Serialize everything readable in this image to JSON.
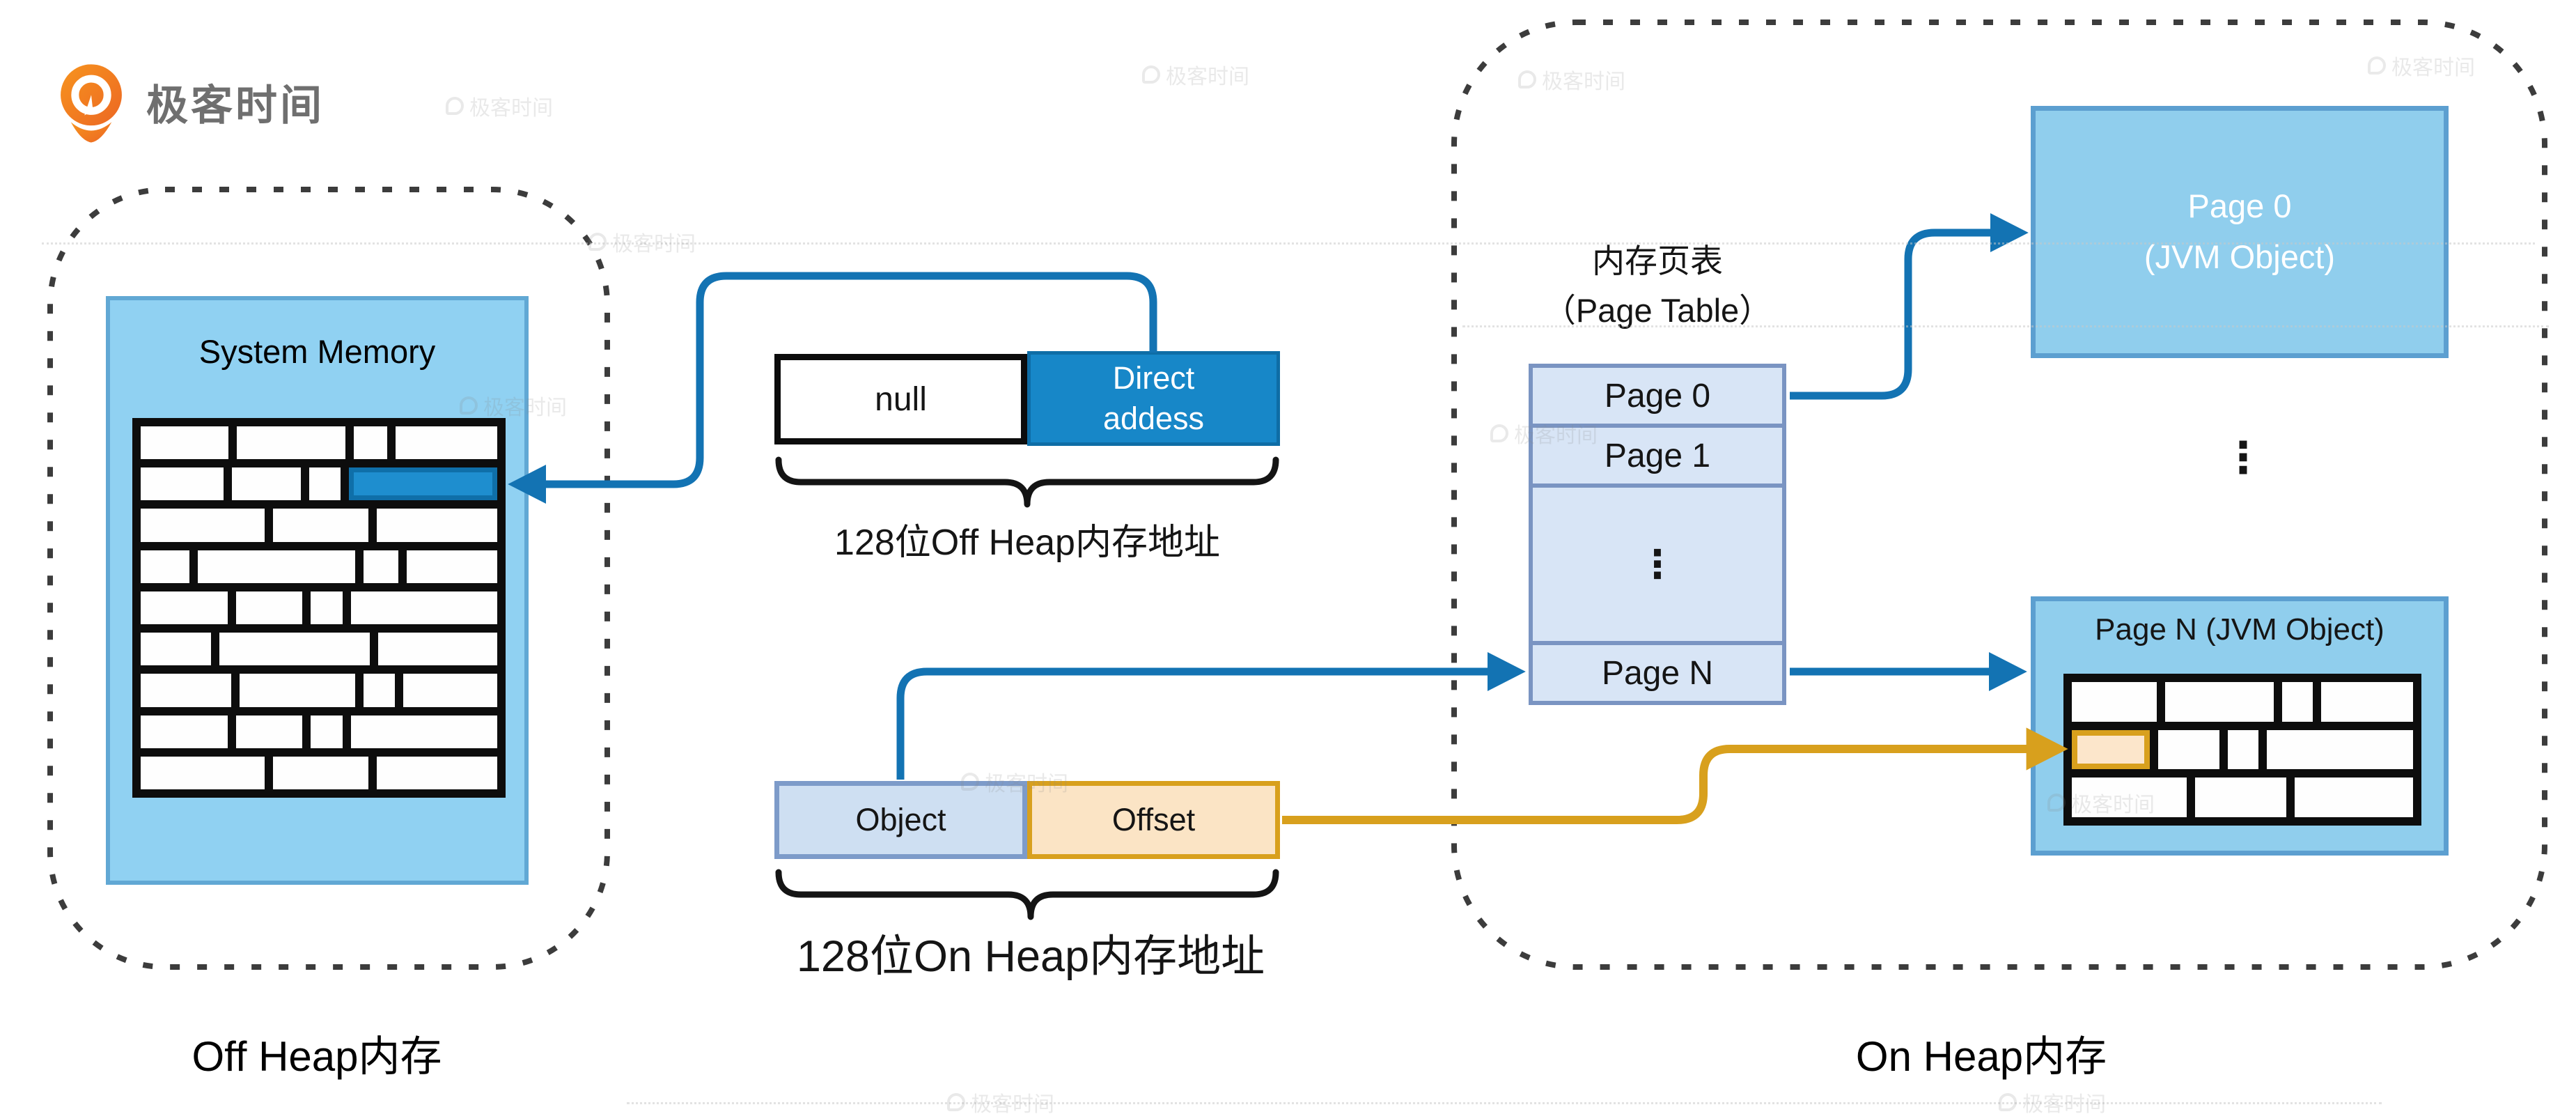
{
  "logo": {
    "text": "极客时间"
  },
  "watermark": {
    "text": "极客时间"
  },
  "colors": {
    "connector_blue": "#1373B3",
    "direct_cell_fill": "#1787C8",
    "system_memory_fill": "#90D1F2",
    "jvm_box_fill": "#90CEED",
    "jvm_box_border": "#5C9FD0",
    "page_table_fill": "#D8E5F6",
    "page_table_border": "#7A94C2",
    "object_fill": "#CEDFF2",
    "object_border": "#7D9BC9",
    "offset_fill": "#FBE4C5",
    "connector_orange": "#D8A01D",
    "highlight_brick_blue": "#1E8ECF",
    "highlight_brick_peach": "#FCE6CB",
    "dashed_region_border": "#3C3C3C"
  },
  "off_heap": {
    "region_label": "Off Heap内存",
    "system_memory_title": "System Memory"
  },
  "off_heap_address": {
    "null_label": "null",
    "direct_line1": "Direct",
    "direct_line2": "addess",
    "caption": "128位Off Heap内存地址"
  },
  "on_heap_address": {
    "object_label": "Object",
    "offset_label": "Offset",
    "caption": "128位On Heap内存地址"
  },
  "page_table": {
    "title_line1": "内存页表",
    "title_line2": "（Page Table）",
    "rows": [
      "Page 0",
      "Page 1",
      "⋮",
      "Page N"
    ]
  },
  "on_heap": {
    "region_label": "On Heap内存",
    "page0_line1": "Page 0",
    "page0_line2": "(JVM Object)",
    "pageN_title": "Page N (JVM Object)",
    "ellipsis": "⋮"
  },
  "bricks": {
    "system_memory": {
      "rows": [
        {
          "cells": [
            {
              "w": 26
            },
            {
              "w": 32
            },
            {
              "w": 10
            },
            {
              "w": 30
            }
          ]
        },
        {
          "cells": [
            {
              "w": 24
            },
            {
              "w": 20
            },
            {
              "w": 9
            },
            {
              "w": 43,
              "hl": "blue"
            }
          ]
        },
        {
          "cells": [
            {
              "w": 35
            },
            {
              "w": 27
            },
            {
              "w": 34
            }
          ]
        },
        {
          "cells": [
            {
              "w": 14
            },
            {
              "w": 45
            },
            {
              "w": 10
            },
            {
              "w": 26
            }
          ]
        },
        {
          "cells": [
            {
              "w": 25
            },
            {
              "w": 19
            },
            {
              "w": 9
            },
            {
              "w": 42
            }
          ]
        },
        {
          "cells": [
            {
              "w": 20
            },
            {
              "w": 43
            },
            {
              "w": 34
            }
          ]
        },
        {
          "cells": [
            {
              "w": 26
            },
            {
              "w": 33
            },
            {
              "w": 9
            },
            {
              "w": 27
            }
          ]
        },
        {
          "cells": [
            {
              "w": 25
            },
            {
              "w": 19
            },
            {
              "w": 9
            },
            {
              "w": 42
            }
          ]
        },
        {
          "cells": [
            {
              "w": 35
            },
            {
              "w": 27
            },
            {
              "w": 34
            }
          ]
        }
      ]
    },
    "page_n": {
      "rows": [
        {
          "cells": [
            {
              "w": 25
            },
            {
              "w": 32
            },
            {
              "w": 9
            },
            {
              "w": 27
            }
          ]
        },
        {
          "cells": [
            {
              "w": 23,
              "hl": "peach"
            },
            {
              "w": 18
            },
            {
              "w": 9
            },
            {
              "w": 43
            }
          ]
        },
        {
          "cells": [
            {
              "w": 33
            },
            {
              "w": 26
            },
            {
              "w": 34
            }
          ]
        }
      ]
    }
  }
}
